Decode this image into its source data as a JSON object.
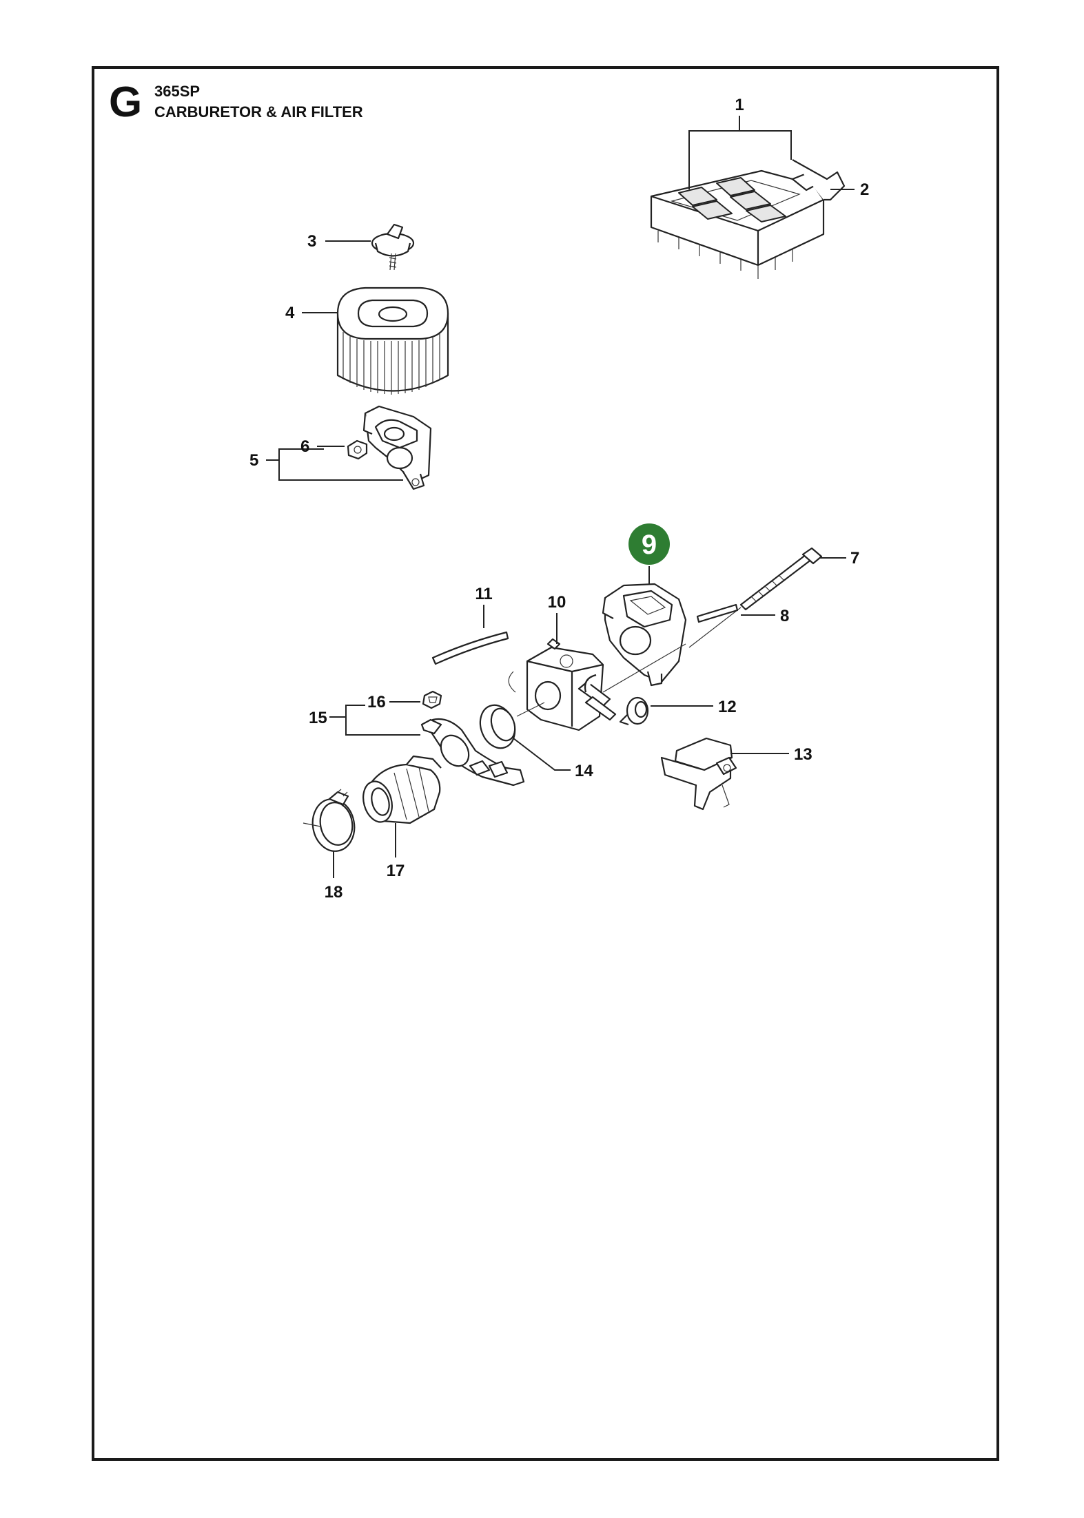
{
  "header": {
    "section_letter": "G",
    "model": "365SP",
    "title": "CARBURETOR & AIR FILTER"
  },
  "highlight": {
    "label": "9",
    "color": "#2e7d32"
  },
  "callouts": [
    "1",
    "2",
    "3",
    "4",
    "5",
    "6",
    "7",
    "8",
    "10",
    "11",
    "12",
    "13",
    "14",
    "15",
    "16",
    "17",
    "18"
  ]
}
